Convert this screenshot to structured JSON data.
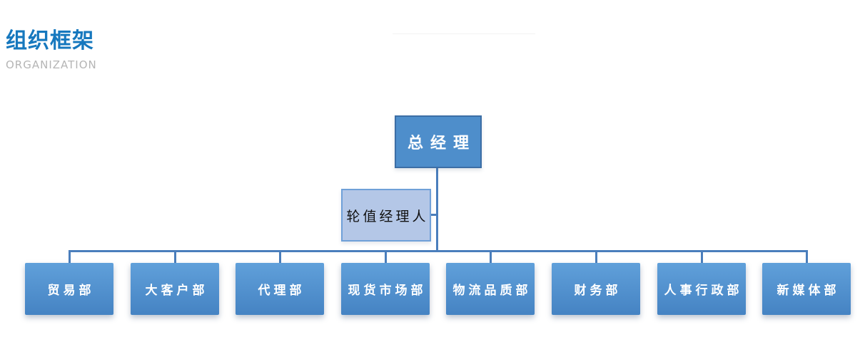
{
  "header": {
    "title": "组织框架",
    "subtitle": "ORGANIZATION"
  },
  "org_chart": {
    "root": {
      "label": "总经理"
    },
    "assistant": {
      "label": "轮值经理人"
    },
    "departments": [
      {
        "label": "贸易部"
      },
      {
        "label": "大客户部"
      },
      {
        "label": "代理部"
      },
      {
        "label": "现货市场部"
      },
      {
        "label": "物流品质部"
      },
      {
        "label": "财务部"
      },
      {
        "label": "人事行政部"
      },
      {
        "label": "新媒体部"
      }
    ],
    "colors": {
      "title_blue": "#1678be",
      "subtitle_gray": "#b5b5b5",
      "root_fill": "#4e8ecb",
      "root_border": "#3c6ea5",
      "assistant_fill": "#b4c7e7",
      "assistant_border": "#6fa0d8",
      "department_fill_top": "#60a0da",
      "department_fill_bottom": "#4583c3",
      "connector": "#4a7ebc"
    }
  }
}
